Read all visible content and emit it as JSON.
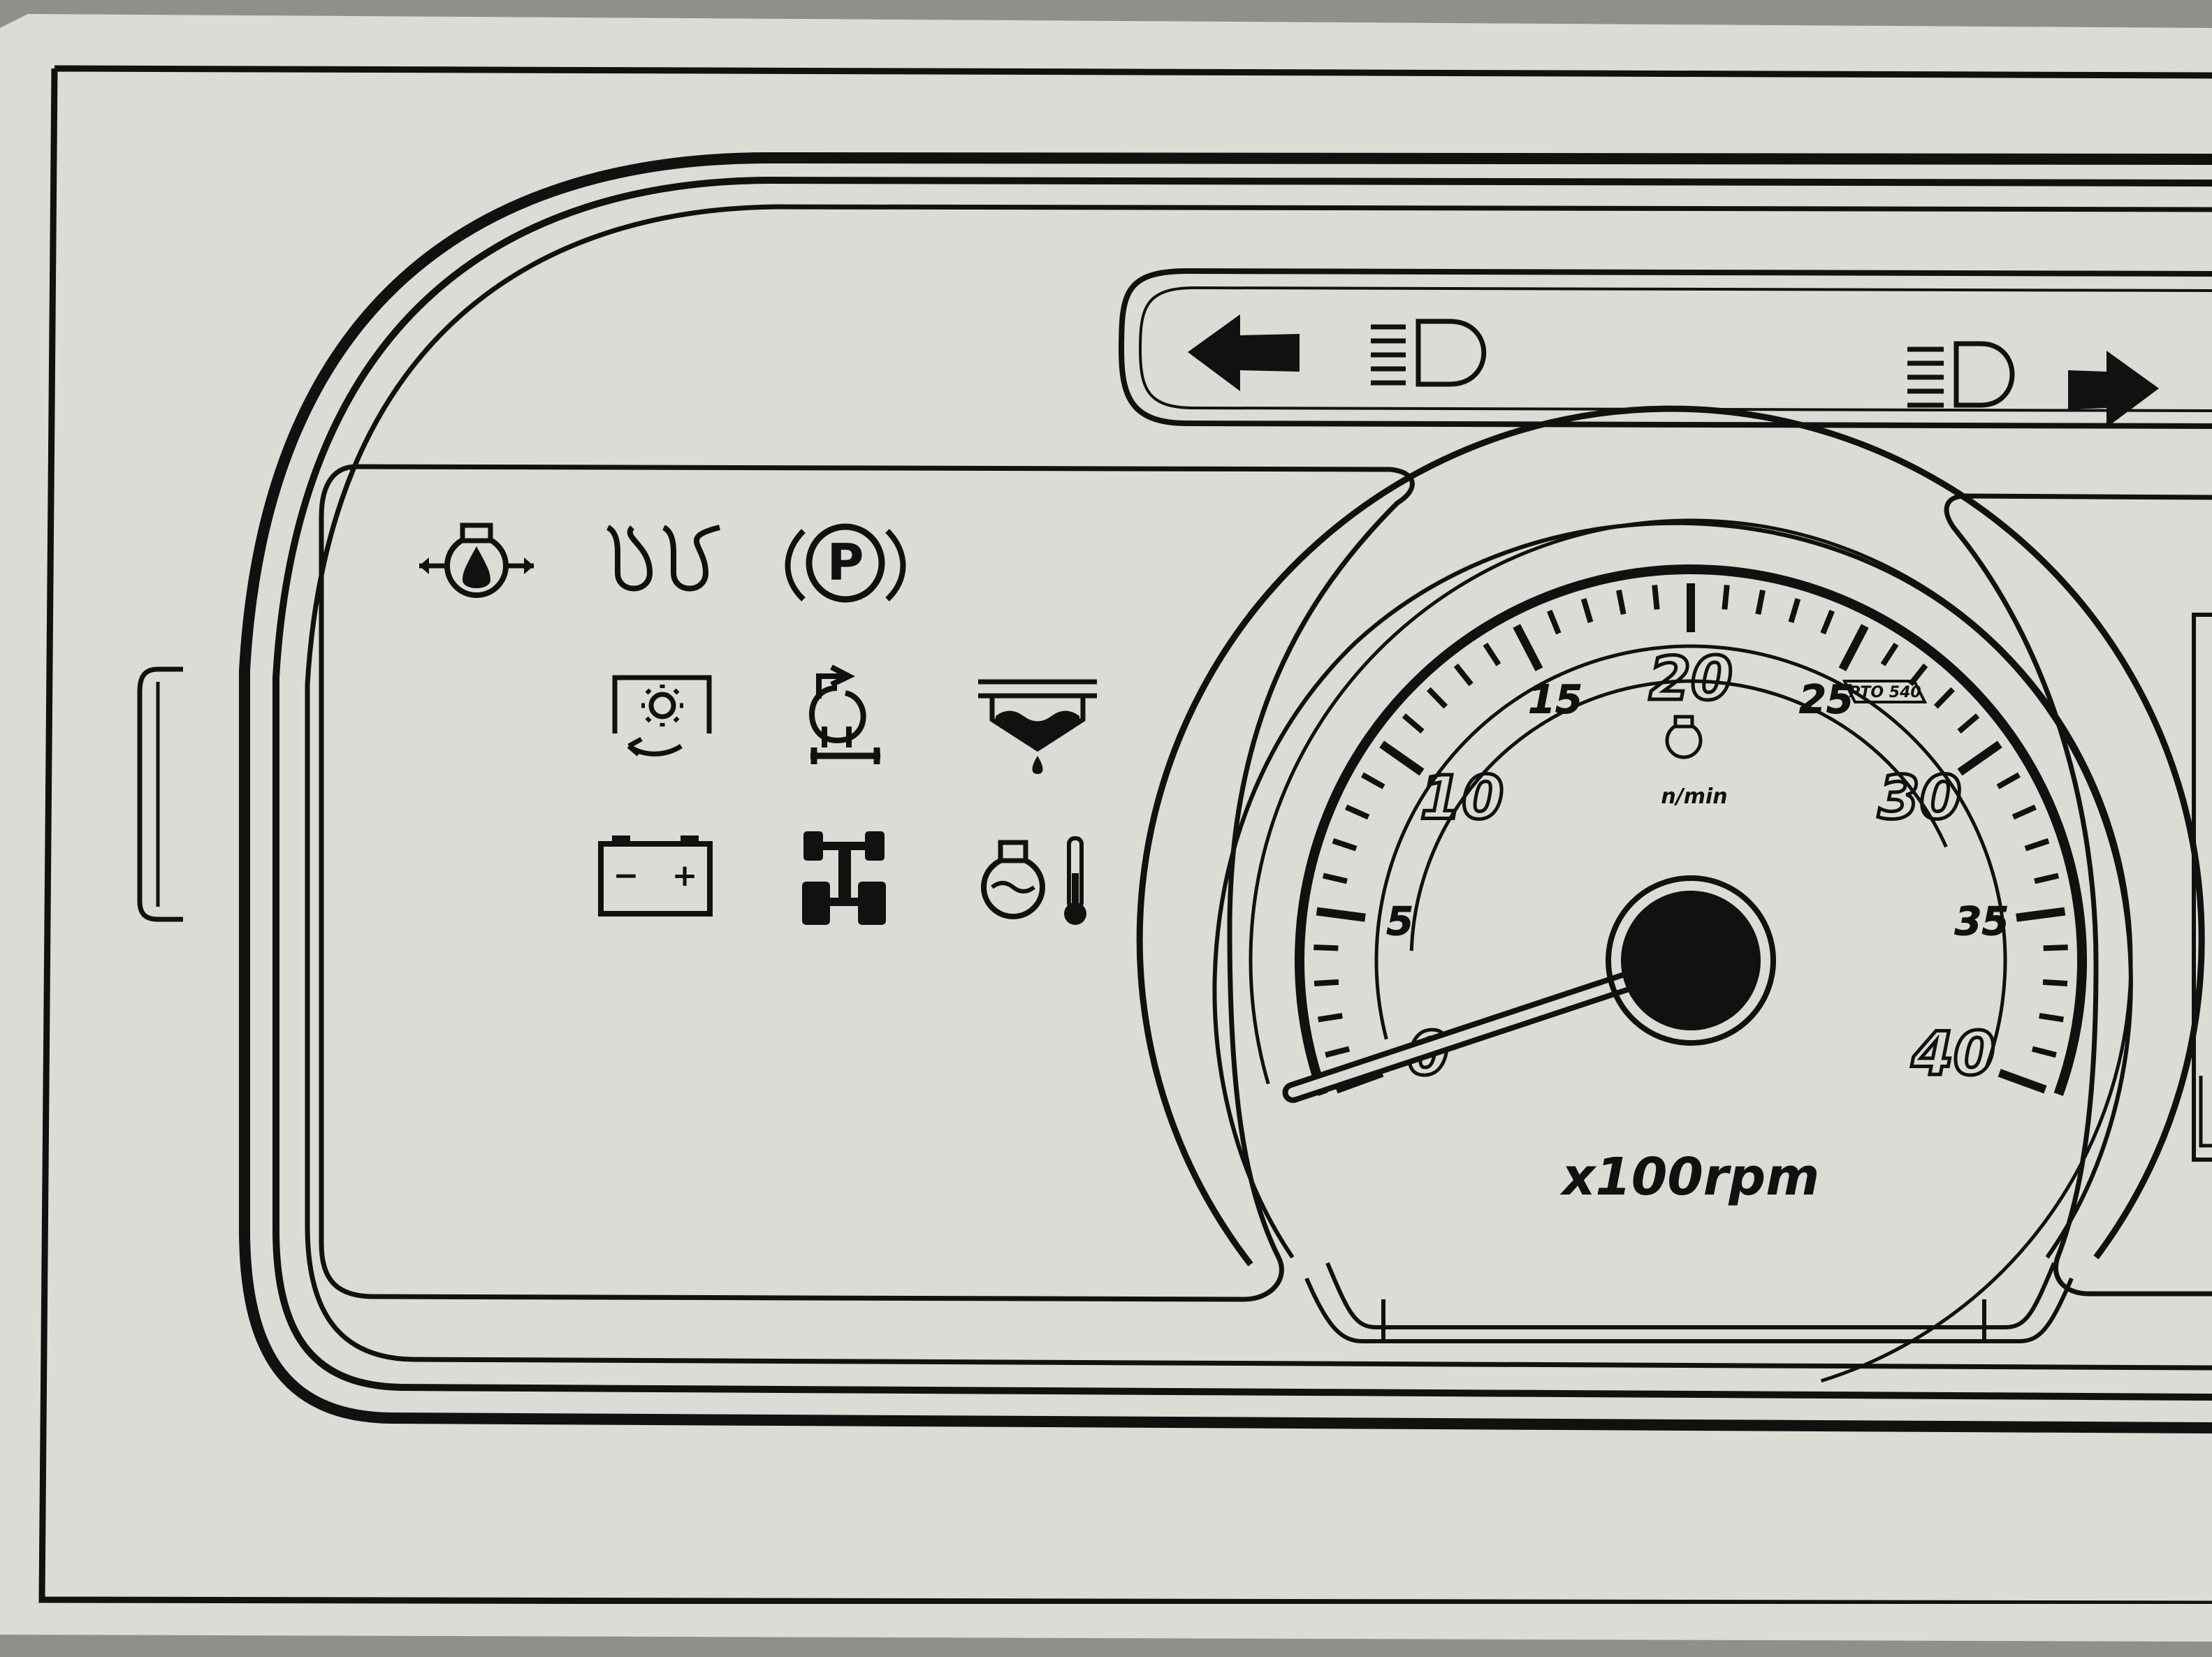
{
  "tachometer": {
    "unit_label": "x100rpm",
    "sub_label": "n/min",
    "pto_label": "PTO 540",
    "scale": {
      "min": 0,
      "max": 40
    },
    "major_labels": [
      "0",
      "5",
      "10",
      "15",
      "20",
      "25",
      "30",
      "35",
      "40"
    ],
    "needle_value": 0.3
  },
  "indicators": {
    "top_row": [
      "engine-oil-pressure-icon",
      "glow-plug-icon",
      "parking-brake-icon"
    ],
    "parking_brake_letter": "P",
    "middle_row": [
      "transmission-warning-icon",
      "turbo-boost-icon",
      "fuel-water-separator-icon"
    ],
    "bottom_row": [
      "battery-charge-icon",
      "four-wheel-drive-icon",
      "coolant-temperature-icon"
    ],
    "battery_signs": [
      "−",
      "+"
    ]
  },
  "signal_bar": {
    "left": [
      "turn-left-arrow-icon",
      "high-beam-left-icon"
    ],
    "right": [
      "high-beam-right-icon",
      "turn-right-arrow-icon"
    ]
  },
  "colors": {
    "paper": "#d8d7d2",
    "ink": "#111111",
    "shadow": "#8f8f8b"
  }
}
